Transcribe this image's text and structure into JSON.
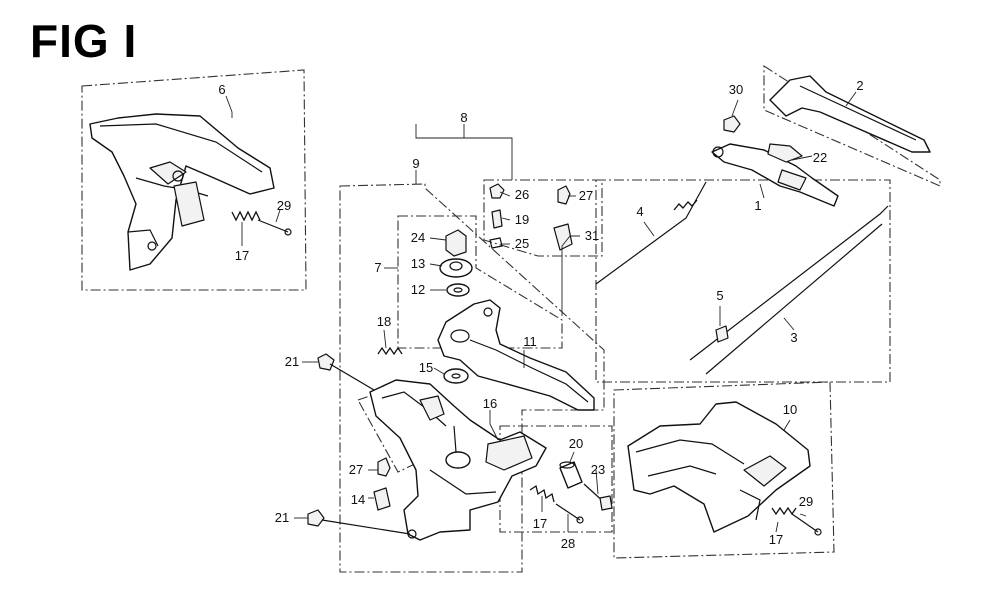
{
  "figure_title": "FIG I",
  "part_callouts": [
    "1",
    "2",
    "3",
    "4",
    "5",
    "6",
    "7",
    "8",
    "9",
    "10",
    "11",
    "12",
    "13",
    "14",
    "15",
    "16",
    "17",
    "17",
    "17",
    "17",
    "18",
    "19",
    "20",
    "21",
    "21",
    "22",
    "23",
    "24",
    "25",
    "26",
    "27",
    "27",
    "28",
    "29",
    "29",
    "30",
    "31"
  ],
  "colors": {
    "line": "#111111",
    "background": "#ffffff"
  }
}
